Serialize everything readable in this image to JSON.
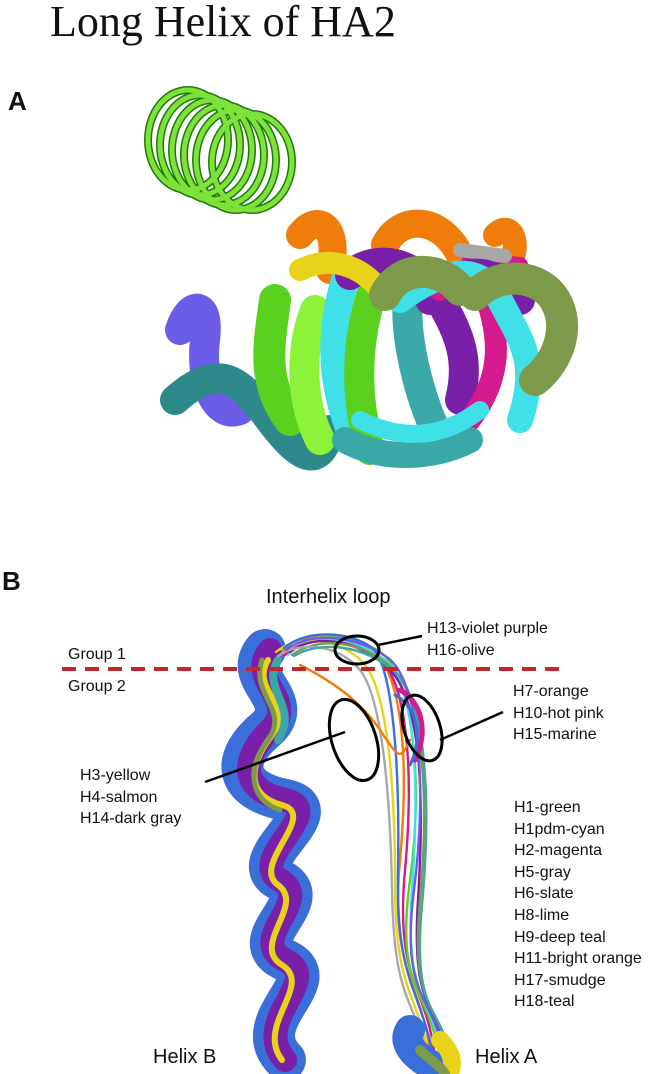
{
  "title": "Long Helix of HA2",
  "panel_a": {
    "label": "A"
  },
  "panel_b": {
    "label": "B",
    "interhelix_loop": "Interhelix loop",
    "group1": "Group 1",
    "group2": "Group 2",
    "divider_color": "#c4262b",
    "callout_top": [
      "H13-violet purple",
      "H16-olive"
    ],
    "callout_right": [
      "H7-orange",
      "H10-hot pink",
      "H15-marine"
    ],
    "callout_left": [
      "H3-yellow",
      "H4-salmon",
      "H14-dark gray"
    ],
    "legend": [
      "H1-green",
      "H1pdm-cyan",
      "H2-magenta",
      "H5-gray",
      "H6-slate",
      "H8-lime",
      "H9-deep teal",
      "H11-bright orange",
      "H17-smudge",
      "H18-teal"
    ],
    "helix_b": "Helix B",
    "helix_a": "Helix A"
  },
  "colors": {
    "green": "#5ad11e",
    "cyan": "#3fe0e8",
    "magenta": "#d41a8c",
    "gray": "#a8a8a8",
    "slate": "#6b5de8",
    "lime": "#8cf23a",
    "deep_teal": "#2e8a8a",
    "bright_orange": "#f07c0a",
    "smudge": "#7d9a4a",
    "teal": "#3ba8a8",
    "purple": "#7a1fa8",
    "yellow": "#e8d21a",
    "marine": "#3a6ed8"
  }
}
